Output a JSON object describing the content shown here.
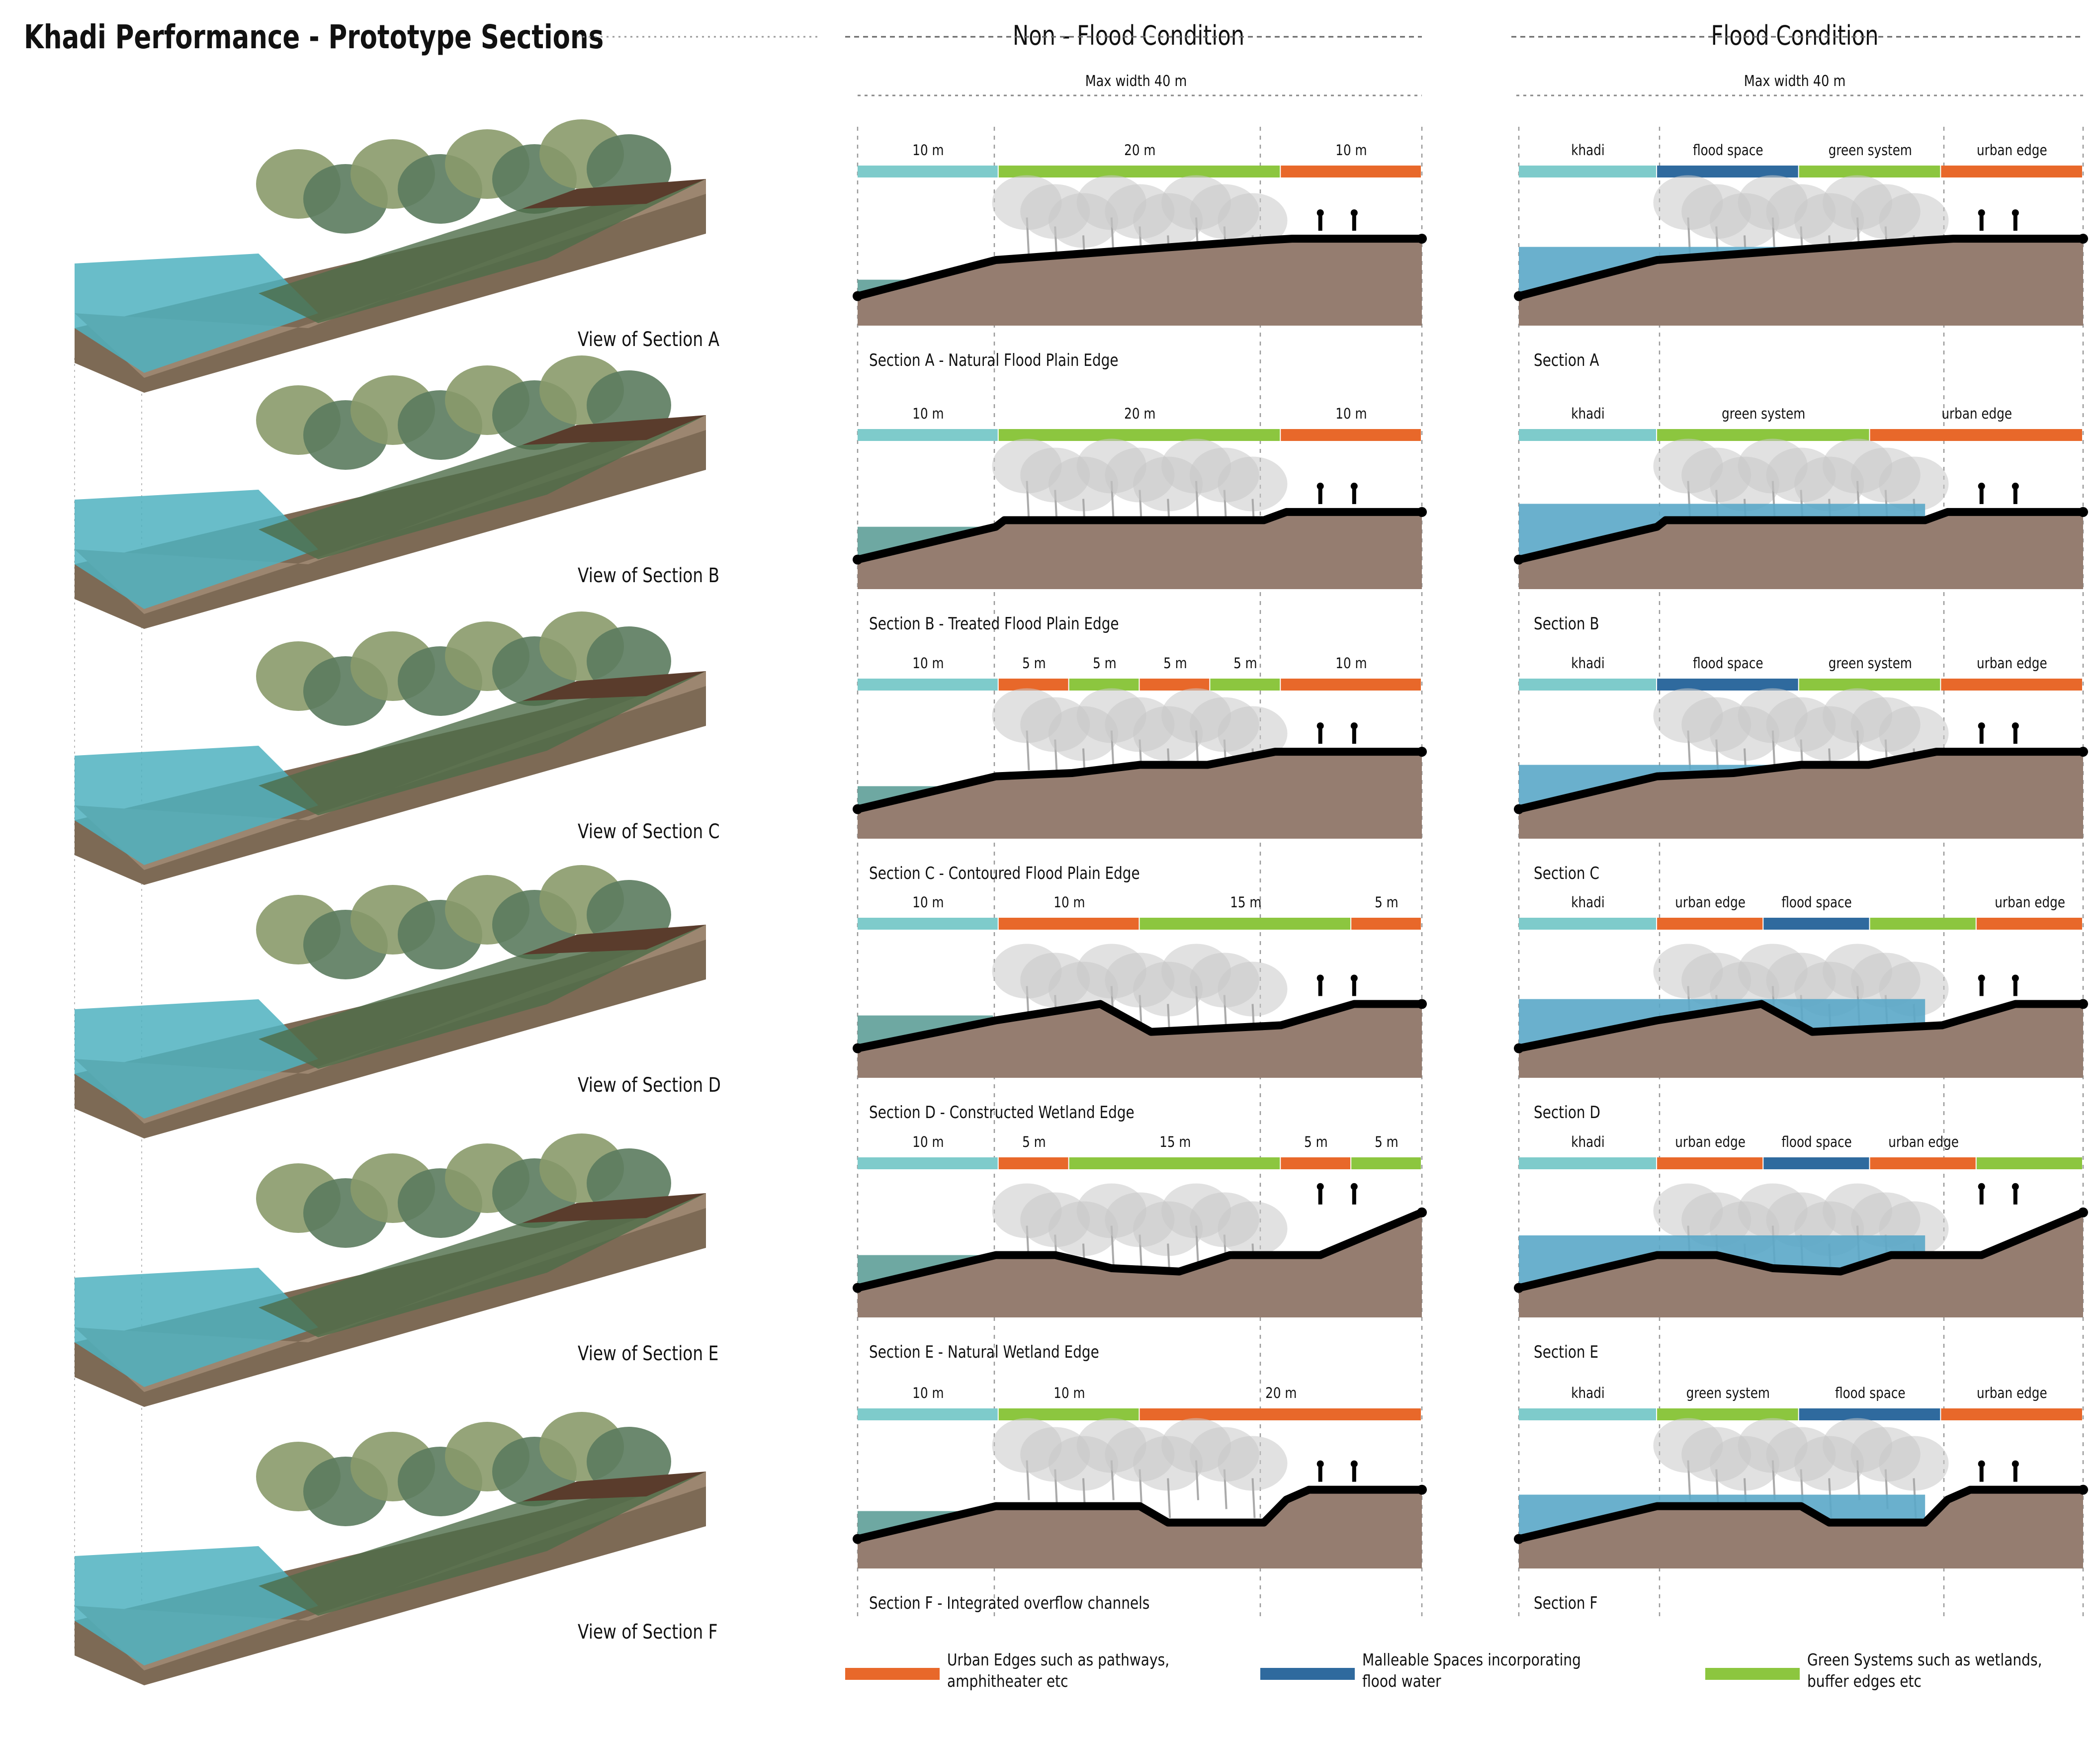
{
  "title": "Khadi Performance - Prototype Sections",
  "headers": {
    "non_flood": "Non - Flood Condition",
    "flood": "Flood Condition",
    "max_width_left": "Max width 40 m",
    "max_width_right": "Max width 40 m"
  },
  "colors": {
    "khadi": "#7ecbcb",
    "green": "#8cc63f",
    "urban": "#e8682a",
    "flood": "#2f6a9e",
    "earth": "#957d70",
    "water": "#5aa7c8"
  },
  "views": [
    "View of Section A",
    "View of Section B",
    "View of Section C",
    "View of Section D",
    "View of Section E",
    "View of Section F"
  ],
  "sections": [
    {
      "caption": "Section A - Natural Flood Plain Edge",
      "flood_caption": "Section A",
      "nonflood_bands": [
        {
          "label": "10 m",
          "type": "khadi"
        },
        {
          "label": "20 m",
          "type": "green"
        },
        {
          "label": "10 m",
          "type": "urban"
        }
      ],
      "flood_bands": [
        {
          "label": "khadi",
          "type": "khadi"
        },
        {
          "label": "flood space",
          "type": "flood"
        },
        {
          "label": "green system",
          "type": "green"
        },
        {
          "label": "urban edge",
          "type": "urban"
        }
      ]
    },
    {
      "caption": "Section B - Treated Flood Plain Edge",
      "flood_caption": "Section B",
      "nonflood_bands": [
        {
          "label": "10 m",
          "type": "khadi"
        },
        {
          "label": "20 m",
          "type": "green"
        },
        {
          "label": "10 m",
          "type": "urban"
        }
      ],
      "flood_bands": [
        {
          "label": "khadi",
          "type": "khadi"
        },
        {
          "label": "green system",
          "type": "green"
        },
        {
          "label": "urban edge",
          "type": "urban"
        }
      ]
    },
    {
      "caption": "Section C - Contoured Flood Plain Edge",
      "flood_caption": "Section C",
      "nonflood_bands": [
        {
          "label": "10 m",
          "type": "khadi"
        },
        {
          "label": "5 m",
          "type": "urban"
        },
        {
          "label": "5 m",
          "type": "green"
        },
        {
          "label": "5 m",
          "type": "urban"
        },
        {
          "label": "5 m",
          "type": "green"
        },
        {
          "label": "10 m",
          "type": "urban"
        }
      ],
      "flood_bands": [
        {
          "label": "khadi",
          "type": "khadi"
        },
        {
          "label": "flood space",
          "type": "flood"
        },
        {
          "label": "green system",
          "type": "green"
        },
        {
          "label": "urban edge",
          "type": "urban"
        }
      ]
    },
    {
      "caption": "Section D - Constructed Wetland Edge",
      "flood_caption": "Section D",
      "nonflood_bands": [
        {
          "label": "10 m",
          "type": "khadi"
        },
        {
          "label": "10 m",
          "type": "urban"
        },
        {
          "label": "15 m",
          "type": "green"
        },
        {
          "label": "5 m",
          "type": "urban"
        }
      ],
      "flood_bands": [
        {
          "label": "khadi",
          "type": "khadi"
        },
        {
          "label": "urban edge",
          "type": "urban"
        },
        {
          "label": "flood space",
          "type": "flood"
        },
        {
          "label": "",
          "type": "green"
        },
        {
          "label": "urban edge",
          "type": "urban"
        }
      ]
    },
    {
      "caption": "Section E - Natural Wetland Edge",
      "flood_caption": "Section E",
      "nonflood_bands": [
        {
          "label": "10 m",
          "type": "khadi"
        },
        {
          "label": "5 m",
          "type": "urban"
        },
        {
          "label": "15 m",
          "type": "green"
        },
        {
          "label": "5 m",
          "type": "urban"
        },
        {
          "label": "5 m",
          "type": "green"
        }
      ],
      "flood_bands": [
        {
          "label": "khadi",
          "type": "khadi"
        },
        {
          "label": "urban edge",
          "type": "urban"
        },
        {
          "label": "flood space",
          "type": "flood"
        },
        {
          "label": "urban edge",
          "type": "urban"
        },
        {
          "label": "",
          "type": "green"
        }
      ]
    },
    {
      "caption": "Section F - Integrated overflow channels",
      "flood_caption": "Section F",
      "nonflood_bands": [
        {
          "label": "10 m",
          "type": "khadi"
        },
        {
          "label": "10 m",
          "type": "green"
        },
        {
          "label": "20 m",
          "type": "urban"
        }
      ],
      "flood_bands": [
        {
          "label": "khadi",
          "type": "khadi"
        },
        {
          "label": "green system",
          "type": "green"
        },
        {
          "label": "flood space",
          "type": "flood"
        },
        {
          "label": "urban edge",
          "type": "urban"
        }
      ]
    }
  ],
  "legend": [
    {
      "text": "Urban Edges such as pathways, amphitheater etc",
      "type": "urban"
    },
    {
      "text": "Malleable Spaces incorporating flood water",
      "type": "flood"
    },
    {
      "text": "Green Systems such as wetlands, buffer edges etc",
      "type": "green"
    }
  ]
}
